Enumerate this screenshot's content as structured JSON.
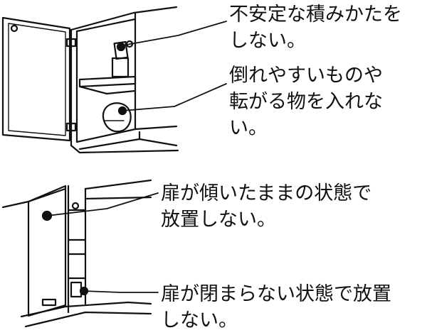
{
  "captions": [
    {
      "id": "unstable-stacking",
      "lines": [
        "不安定な積みかたを",
        "しない。"
      ]
    },
    {
      "id": "tipping-objects",
      "lines": [
        "倒れやすいものや",
        "転がる物を入れな",
        "い。"
      ]
    },
    {
      "id": "door-tilted",
      "lines": [
        "扉が傾いたままの状態で",
        "放置しない。"
      ]
    },
    {
      "id": "door-not-closed",
      "lines": [
        "扉が閉まらない状態で放置",
        "しない。"
      ]
    }
  ],
  "colors": {
    "line": "#111111",
    "background": "#ffffff"
  }
}
